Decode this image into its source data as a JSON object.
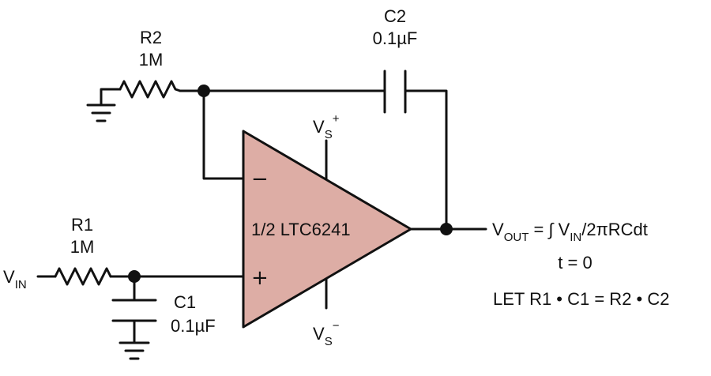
{
  "colors": {
    "wire": "#111111",
    "opamp_fill": "#DDADA5",
    "background": "#FFFFFF"
  },
  "components": {
    "r1": {
      "name": "R1",
      "value": "1M"
    },
    "r2": {
      "name": "R2",
      "value": "1M"
    },
    "c1": {
      "name": "C1",
      "value": "0.1µF"
    },
    "c2": {
      "name": "C2",
      "value": "0.1µF"
    },
    "opamp": {
      "label": "1/2 LTC6241",
      "inverting": "−",
      "noninverting": "+"
    }
  },
  "supplies": {
    "positive": {
      "main": "V",
      "sub": "S",
      "sup": "+"
    },
    "negative": {
      "main": "V",
      "sub": "S",
      "sup": "−"
    }
  },
  "input": {
    "main": "V",
    "sub": "IN"
  },
  "output": {
    "v": "V",
    "out_sub": "OUT",
    "eq": " = ∫ V",
    "in_sub": "IN",
    "rest": "/2πRCdt",
    "limit": "t = 0",
    "condition": "LET R1 • C1 = R2 • C2"
  }
}
